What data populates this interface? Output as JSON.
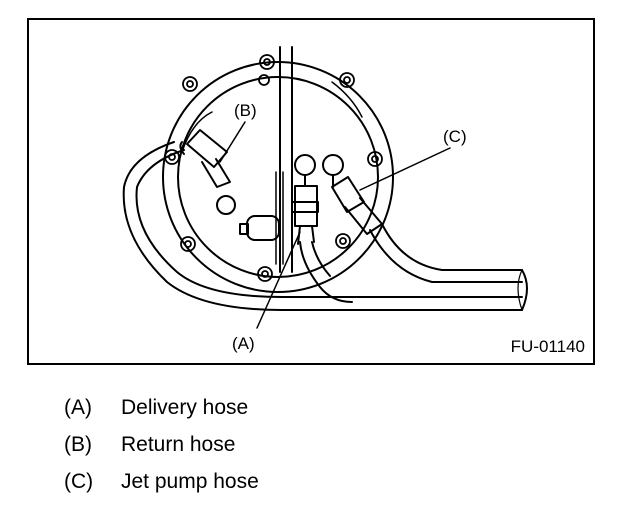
{
  "diagram": {
    "callouts": {
      "a": "(A)",
      "b": "(B)",
      "c": "(C)"
    },
    "figure_id": "FU-01140"
  },
  "legend": {
    "items": [
      {
        "key": "(A)",
        "text": "Delivery hose"
      },
      {
        "key": "(B)",
        "text": "Return hose"
      },
      {
        "key": "(C)",
        "text": "Jet pump hose"
      }
    ]
  }
}
